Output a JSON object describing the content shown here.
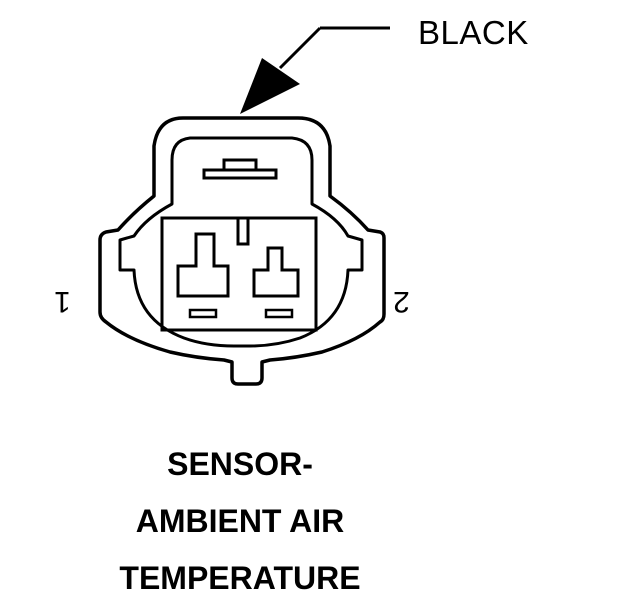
{
  "callout": {
    "color_label": "BLACK"
  },
  "pins": [
    {
      "label": "1"
    },
    {
      "label": "2"
    }
  ],
  "caption": {
    "line1": "SENSOR-",
    "line2": "AMBIENT AIR",
    "line3": "TEMPERATURE"
  }
}
